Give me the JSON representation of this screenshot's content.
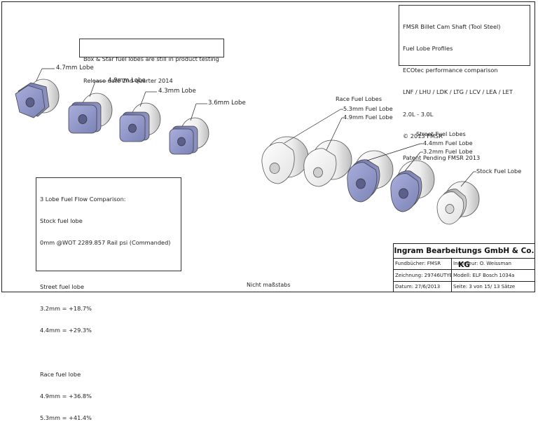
{
  "header_note": {
    "lines": [
      "FMSR Billet Cam Shaft (Tool Steel)",
      "Fuel Lobe Profiles",
      "ECOtec performance comparison",
      "LNF / LHU / LDK / LTG / LCV / LEA / LET",
      "2.0L - 3.0L",
      "© 2013 FMSR",
      "Patent Pending FMSR 2013"
    ]
  },
  "testing_note": {
    "lines": [
      "Box & Star fuel lobes are still in product testing",
      "Release date 2nd quarter 2014"
    ]
  },
  "comparison_note": {
    "lines": [
      "3 Lobe Fuel Flow Comparison:",
      "Stock fuel lobe",
      "0mm @WOT 2289.857 Rail psi (Commanded)",
      "",
      "Street fuel lobe",
      "3.2mm = +18.7%",
      "4.4mm = +29.3%",
      "",
      "Race fuel lobe",
      "4.9mm = +36.8%",
      "5.3mm = +41.4%"
    ]
  },
  "lobe_labels": {
    "star_47": "4.7mm Lobe",
    "box_49": "4.9mm Lobe",
    "box_43": "4.3mm Lobe",
    "box_36": "3.6mm Lobe",
    "race_title": "Race Fuel Lobes",
    "race_53": "5.3mm Fuel Lobe",
    "race_49": "4.9mm Fuel Lobe",
    "street_title": "Street Fuel Lobes",
    "street_44": "4.4mm Fuel Lobe",
    "street_32": "3.2mm Fuel Lobe",
    "stock": "Stock Fuel Lobe"
  },
  "scale_note": "Nicht maßstabs",
  "title_block": {
    "company": "Ingram Bearbeitungs GmbH & Co. KG",
    "row1_left": "Fundbücher: FMSR",
    "row1_right": "Ingenieur: O. Weissman",
    "row2_left": "Zeichnung: 29746UTYE0",
    "row2_right": "Modell: ELF Bosch 1034a",
    "row3_left": "Datum: 27/6/2013",
    "row3_right": "Seite: 3 von 15/  13 Sätze"
  },
  "colors": {
    "lobe_blue": "#8f96c4",
    "lobe_blue_dark": "#5e6496",
    "lobe_white": "#f2f2f2",
    "lobe_grey": "#b9b9b9",
    "line": "#222222"
  }
}
